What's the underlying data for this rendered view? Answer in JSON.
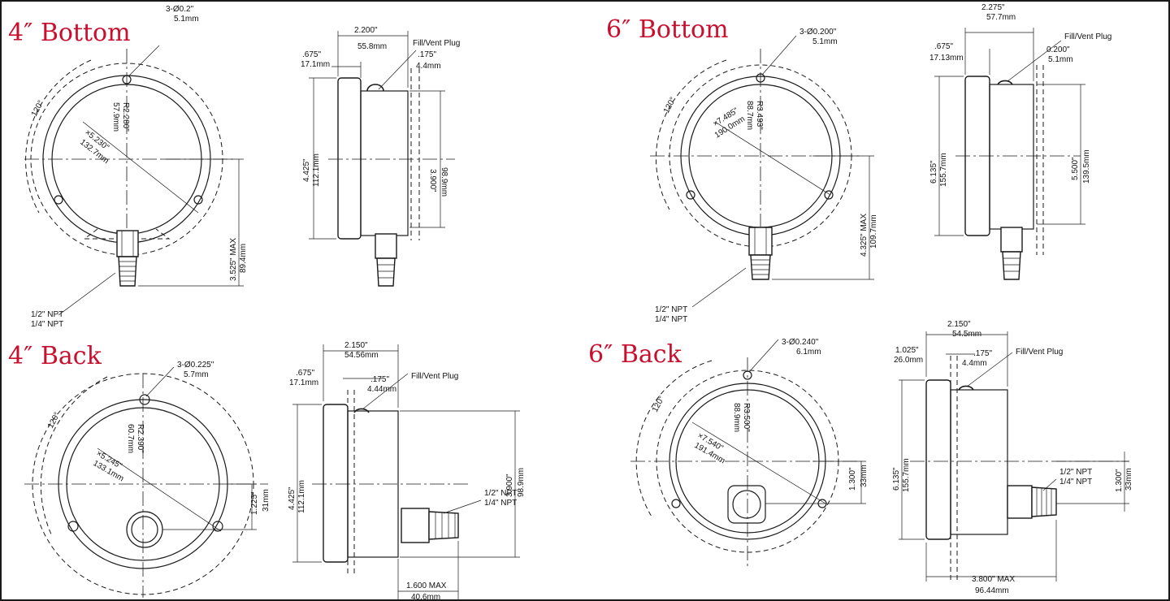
{
  "titles": {
    "bottom4": "4″ Bottom",
    "bottom6": "6″ Bottom",
    "back4": "4″ Back",
    "back6": "6″ Back"
  },
  "colors": {
    "title": "#c8102e",
    "line": "#1a1a1a",
    "background": "#ffffff"
  },
  "bottom4": {
    "front": {
      "holes_in": "3-Ø0.2\"",
      "holes_mm": "5.1mm",
      "radius_in": "R2.280\"",
      "radius_mm": "57.9mm",
      "dia_in": "×5.230\"",
      "dia_mm": "132.7mm",
      "angle": "120°",
      "height_in": "3.525\" MAX",
      "height_mm": "89.4mm",
      "npt1": "1/2\" NPT",
      "npt2": "1/4\" NPT"
    },
    "side": {
      "depth_in": "2.200\"",
      "depth_mm": "55.8mm",
      "bezel_in": ".675\"",
      "bezel_mm": "17.1mm",
      "plug": "Fill/Vent Plug",
      "plug_in": ".175\"",
      "plug_mm": "4.4mm",
      "overall_in": "4.425\"",
      "overall_mm": "112.1mm",
      "case_in": "3.900\"",
      "case_mm": "98.9mm"
    }
  },
  "bottom6": {
    "front": {
      "holes_in": "3-Ø0.200\"",
      "holes_mm": "5.1mm",
      "radius_in": "R3.493\"",
      "radius_mm": "88.7mm",
      "dia_in": "×7.485\"",
      "dia_mm": "190.0mm",
      "angle": "120°",
      "height_in": "4.325\" MAX",
      "height_mm": "109.7mm",
      "npt1": "1/2\" NPT",
      "npt2": "1/4\" NPT"
    },
    "side": {
      "depth_in": "2.275\"",
      "depth_mm": "57.7mm",
      "bezel_in": ".675\"",
      "bezel_mm": "17.13mm",
      "plug": "Fill/Vent Plug",
      "plug_in": "0.200\"",
      "plug_mm": "5.1mm",
      "overall_in": "6.135\"",
      "overall_mm": "155.7mm",
      "case_in": "5.500\"",
      "case_mm": "139.5mm"
    }
  },
  "back4": {
    "front": {
      "holes_in": "3-Ø0.225\"",
      "holes_mm": "5.7mm",
      "radius_in": "R2.390\"",
      "radius_mm": "60.7mm",
      "dia_in": "×5.245\"",
      "dia_mm": "133.1mm",
      "angle": "120°",
      "offset_in": "1.225\"",
      "offset_mm": "31mm"
    },
    "side": {
      "depth_in": "2.150\"",
      "depth_mm": "54.56mm",
      "bezel_in": ".675\"",
      "bezel_mm": "17.1mm",
      "plug": "Fill/Vent Plug",
      "plug_in": ".175\"",
      "plug_mm": "4.44mm",
      "overall_in": "4.425\"",
      "overall_mm": "112.1mm",
      "case_in": "3.900\"",
      "case_mm": "98.9mm",
      "npt1": "1/2\" NPT",
      "npt2": "1/4\" NPT",
      "max_in": "1.600 MAX",
      "max_mm": "40.6mm"
    }
  },
  "back6": {
    "front": {
      "holes_in": "3-Ø0.240\"",
      "holes_mm": "6.1mm",
      "radius_in": "R3.500\"",
      "radius_mm": "88.9mm",
      "dia_in": "×7.540\"",
      "dia_mm": "191.4mm",
      "angle": "120°",
      "offset_in": "1.300\"",
      "offset_mm": "33mm"
    },
    "side": {
      "depth_in": "2.150\"",
      "depth_mm": "54.5mm",
      "bezel_in": "1.025\"",
      "bezel_mm": "26.0mm",
      "plug": "Fill/Vent Plug",
      "plug_in": ".175\"",
      "plug_mm": "4.4mm",
      "overall_in": "6.135\"",
      "overall_mm": "155.7mm",
      "offset_in": "1.300\"",
      "offset_mm": "33mm",
      "npt1": "1/2\" NPT",
      "npt2": "1/4\" NPT",
      "max_in": "3.800\" MAX",
      "max_mm": "96.44mm"
    }
  }
}
